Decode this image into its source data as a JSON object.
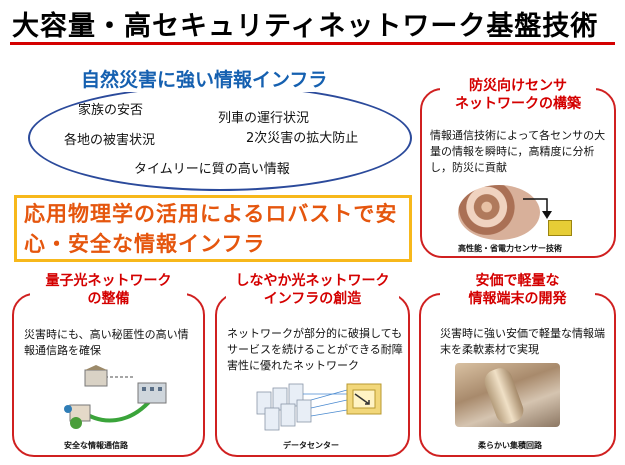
{
  "title": "大容量・高セキュリティネットワーク基盤技術",
  "infra": {
    "heading": "自然災害に強い情報インフラ",
    "items": [
      "家族の安否",
      "列車の運行状況",
      "各地の被害状況",
      "2次災害の拡大防止",
      "タイムリーに質の高い情報"
    ]
  },
  "banner": "応用物理学の活用によるロバストで安心・安全な情報インフラ",
  "cards": {
    "sensor": {
      "title_lines": [
        "防災向けセンサ",
        "ネットワークの構築"
      ],
      "desc": "情報通信技術によって各センサの大量の情報を瞬時に，高精度に分析し，防災に貢献",
      "caption": "高性能・省電力センサー技術"
    },
    "quantum": {
      "title_lines": [
        "量子光ネットワーク",
        "の整備"
      ],
      "desc": "災害時にも、高い秘匿性の高い情報通信路を確保",
      "caption": "安全な情報通信路"
    },
    "flexible": {
      "title_lines": [
        "しなやか光ネットワーク",
        "インフラの創造"
      ],
      "desc": "ネットワークが部分的に破損してもサービスを続けることができる耐障害性に優れたネットワーク",
      "caption": "データセンター"
    },
    "terminal": {
      "title_lines": [
        "安価で軽量な",
        "情報端末の開発"
      ],
      "desc": "災害時に強い安価で軽量な情報端末を柔軟素材で実現",
      "caption": "柔らかい集積回路"
    }
  },
  "colors": {
    "accent_red": "#d40000",
    "banner_orange": "#e5560e",
    "banner_border": "#f7b81b",
    "heading_blue": "#1560b0",
    "ellipse": "#2b4a9b"
  }
}
